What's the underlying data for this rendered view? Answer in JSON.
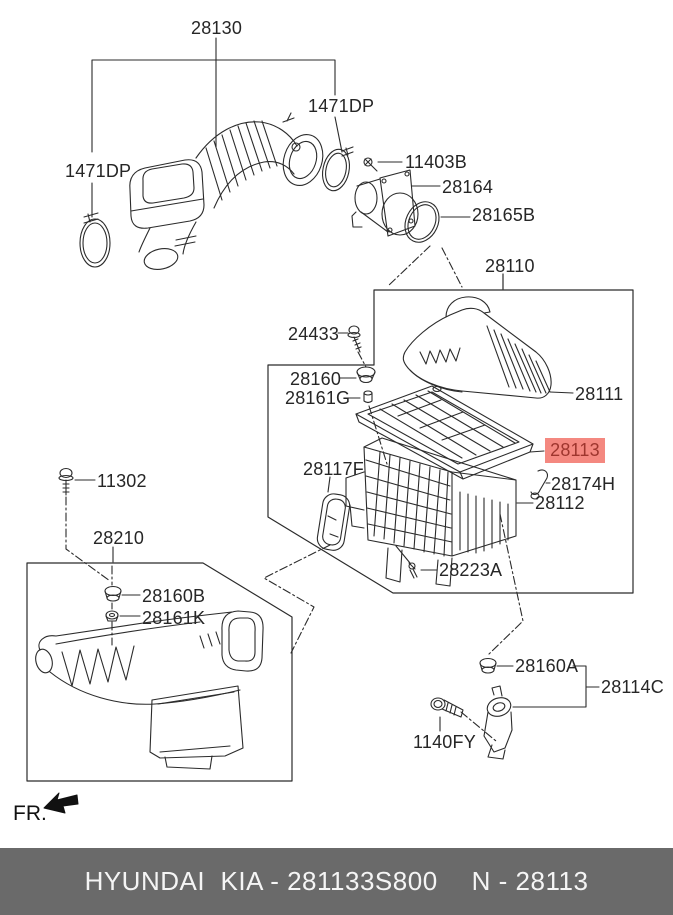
{
  "diagram": {
    "callouts": {
      "c28130": "28130",
      "c1471dp_left": "1471DP",
      "c1471dp_right": "1471DP",
      "c11403b": "11403B",
      "c28164": "28164",
      "c28165b": "28165B",
      "c28110": "28110",
      "c24433": "24433",
      "c28160": "28160",
      "c28161g": "28161G",
      "c28111": "28111",
      "c28113": "28113",
      "c28117f": "28117F",
      "c28174h": "28174H",
      "c28112": "28112",
      "c28223a": "28223A",
      "c11302": "11302",
      "c28210": "28210",
      "c28160b": "28160B",
      "c28161k": "28161K",
      "c28160a": "28160A",
      "c28114c": "28114C",
      "c1140fy": "1140FY"
    },
    "highlight": {
      "part": "28113",
      "background": "#f48880",
      "text_color": "#9e362e"
    },
    "front_marker": {
      "label": "FR."
    },
    "icons": {
      "fr_direction_arrow": "front-direction-arrow"
    },
    "line_color": "#2b2b2b"
  },
  "footer": {
    "left": "HYUNDAI  KIA - 281133S800",
    "right": "N - 28113",
    "background": "#6a6a6a",
    "text_color": "#f5f5f5"
  }
}
